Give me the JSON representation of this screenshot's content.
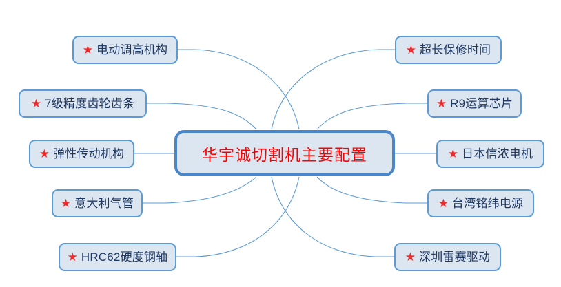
{
  "diagram": {
    "type": "mind-map",
    "title": "华宇诚切割机主要配置",
    "center": {
      "label": "华宇诚切割机主要配置",
      "text_color": "#ff0000",
      "fill_color": "#dce6f1",
      "border_color": "#4a86c8"
    },
    "style": {
      "node_fill": "#dce6f1",
      "node_border": "#5b9bd5",
      "node_text": "#1f3864",
      "bullet_icon": "star-icon",
      "bullet_color": "#ee2b2b",
      "connector_color": "#5b9bd5",
      "background": "#ffffff"
    },
    "left_branches": [
      {
        "label": "电动调高机构",
        "bullet": "star-icon"
      },
      {
        "label": "7级精度齿轮齿条",
        "bullet": "star-icon"
      },
      {
        "label": "弹性传动机构",
        "bullet": "star-icon"
      },
      {
        "label": "意大利气管",
        "bullet": "star-icon"
      },
      {
        "label": "HRC62硬度钢轴",
        "bullet": "star-icon"
      }
    ],
    "right_branches": [
      {
        "label": "超长保修时间",
        "bullet": "star-icon"
      },
      {
        "label": "R9运算芯片",
        "bullet": "star-icon"
      },
      {
        "label": "日本信浓电机",
        "bullet": "star-icon"
      },
      {
        "label": "台湾铭纬电源",
        "bullet": "star-icon"
      },
      {
        "label": "深圳雷赛驱动",
        "bullet": "star-icon"
      }
    ]
  }
}
